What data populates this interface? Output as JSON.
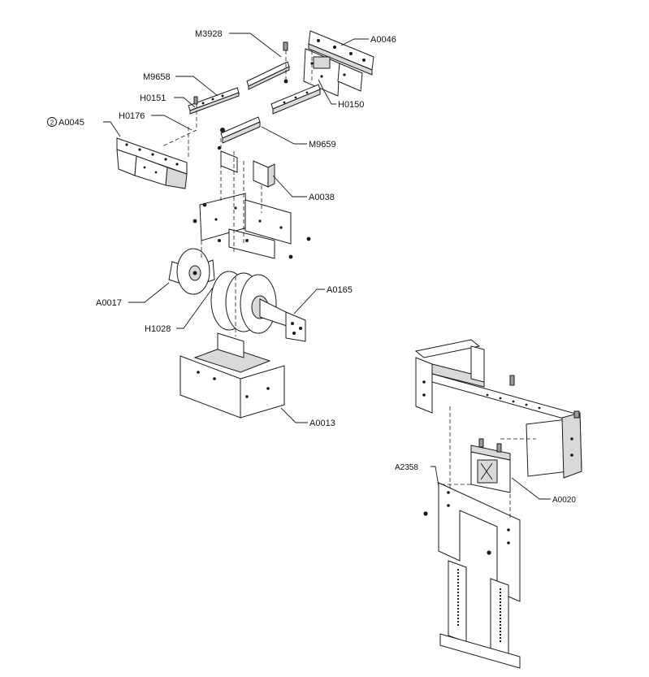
{
  "diagram": {
    "labels": {
      "m3928": "M3928",
      "a0046": "A0046",
      "m9658": "M9658",
      "h0151": "H0151",
      "h0150": "H0150",
      "h0176": "H0176",
      "a0045": "A0045",
      "a0045_qty": "2",
      "m9659": "M9659",
      "a0038": "A0038",
      "a0165": "A0165",
      "a0017": "A0017",
      "h1028": "H1028",
      "a0013": "A0013",
      "a2358": "A2358",
      "a0020": "A0020"
    }
  }
}
